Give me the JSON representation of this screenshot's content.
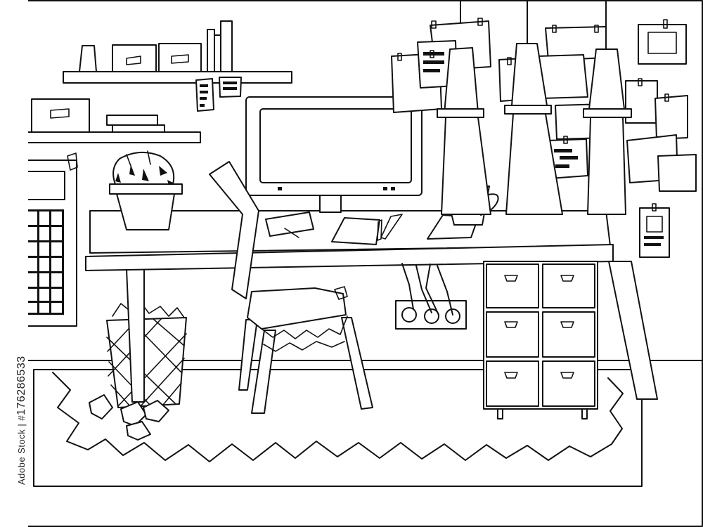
{
  "image": {
    "style": "black-and-white line-art coloring page",
    "colors": {
      "ink": "#111111",
      "paper": "#ffffff"
    }
  },
  "stock_id": {
    "prefix": "Adobe Stock | #",
    "number": "176286533"
  }
}
